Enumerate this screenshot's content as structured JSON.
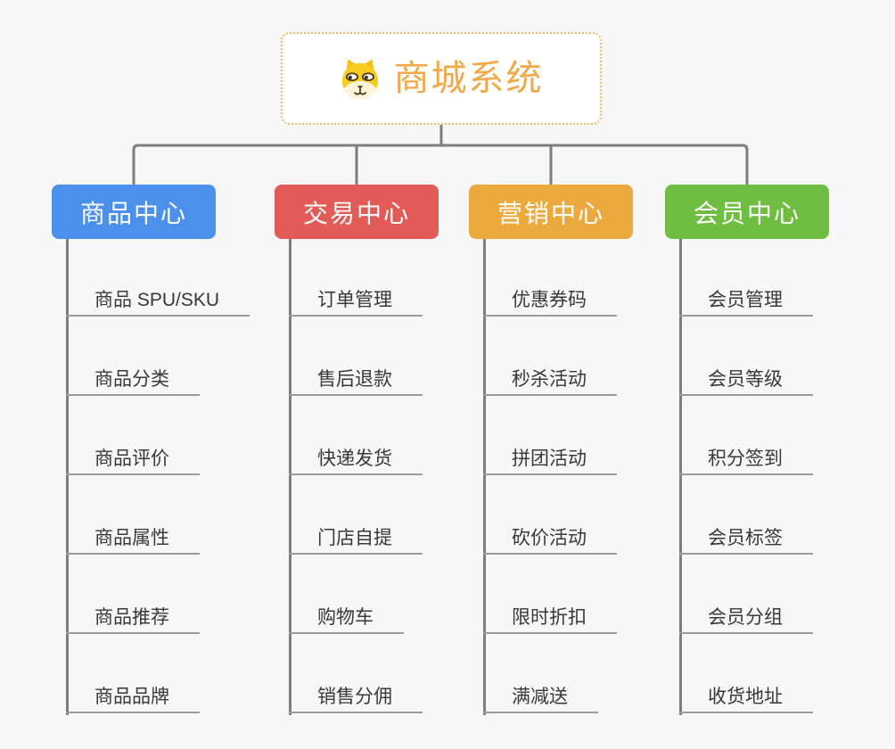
{
  "root": {
    "title": "商城系统",
    "icon": "shiba-dog-icon",
    "text_color": "#f0a848",
    "border_color": "#f3ba63",
    "bg": "#ffffff"
  },
  "branches": [
    {
      "id": "product-center",
      "label": "商品中心",
      "color": "#4b90ea",
      "children": [
        "商品 SPU/SKU",
        "商品分类",
        "商品评价",
        "商品属性",
        "商品推荐",
        "商品品牌"
      ]
    },
    {
      "id": "trade-center",
      "label": "交易中心",
      "color": "#e25b56",
      "children": [
        "订单管理",
        "售后退款",
        "快递发货",
        "门店自提",
        "购物车",
        "销售分佣"
      ]
    },
    {
      "id": "marketing-center",
      "label": "营销中心",
      "color": "#ecaa3e",
      "children": [
        "优惠券码",
        "秒杀活动",
        "拼团活动",
        "砍价活动",
        "限时折扣",
        "满减送"
      ]
    },
    {
      "id": "member-center",
      "label": "会员中心",
      "color": "#6fbe42",
      "children": [
        "会员管理",
        "会员等级",
        "积分签到",
        "会员标签",
        "会员分组",
        "收货地址"
      ]
    }
  ],
  "colors": {
    "background": "#f7f7f7",
    "connector": "#7e7e7e",
    "underline": "#9b9b9b",
    "child_text": "#383838"
  }
}
